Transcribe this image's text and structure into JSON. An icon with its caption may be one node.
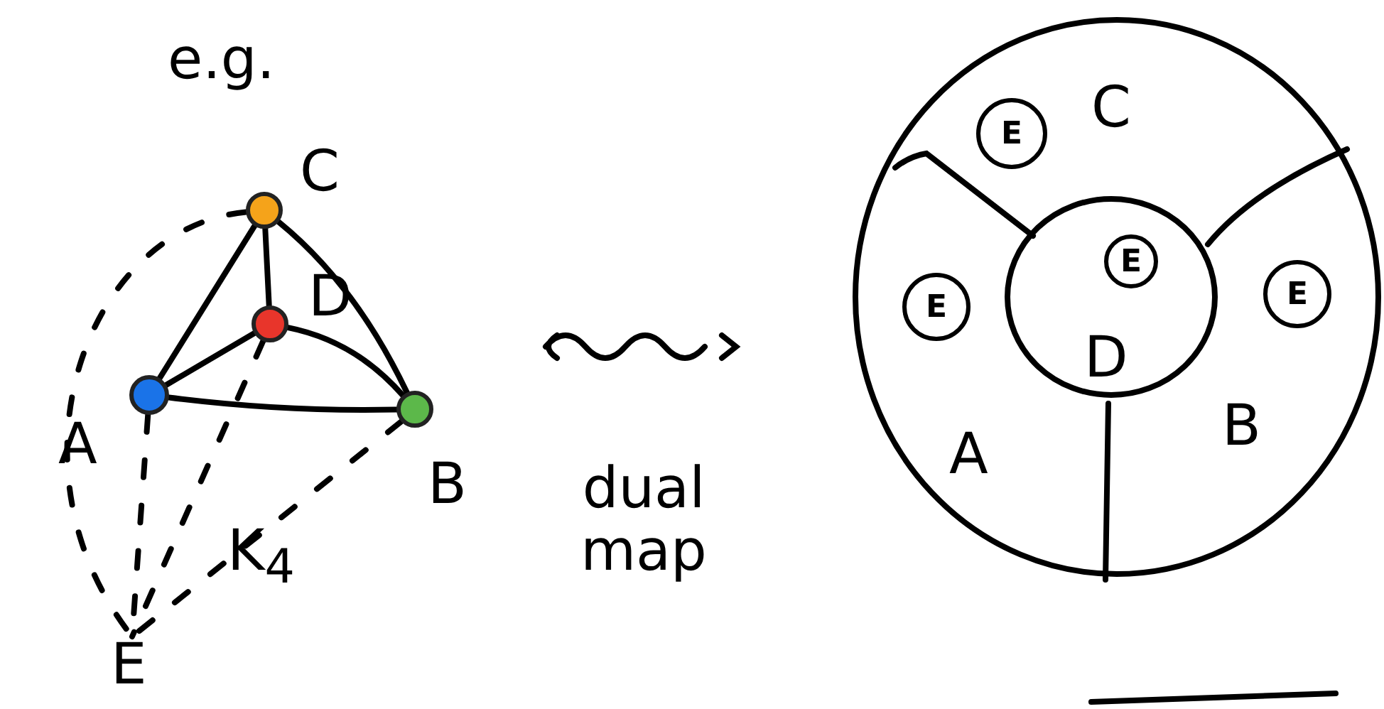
{
  "diagram": {
    "nodes": [
      {
        "text": [
          "C"
        ]
      },
      {
        "text": [
          "D"
        ]
      },
      {
        "text": [
          "A"
        ]
      },
      {
        "text": [
          "B"
        ]
      },
      {
        "text": [
          "E"
        ]
      },
      {
        "text": [],
        "shape": "circle"
      },
      {
        "text": [
          "E"
        ],
        "in": 5
      },
      {
        "text": [
          "D"
        ],
        "in": 5
      },
      {
        "text": [
          "E"
        ],
        "in": 7
      },
      {
        "text": [
          "E"
        ],
        "in": 5
      },
      {
        "text": [
          "E"
        ],
        "in": 5
      }
    ],
    "edges": [
      {
        "from": 2,
        "to": 0,
        "arrow": "none"
      },
      {
        "from": 0,
        "to": 1,
        "arrow": "none"
      },
      {
        "from": 0,
        "to": 3,
        "arrow": "none"
      },
      {
        "from": 2,
        "to": 1,
        "arrow": "none"
      },
      {
        "from": 1,
        "to": 3,
        "arrow": "none"
      },
      {
        "from": 2,
        "to": 3,
        "arrow": "none"
      },
      {
        "from": 0,
        "to": 4,
        "arrow": "none",
        "style": "dashed"
      },
      {
        "from": 2,
        "to": 4,
        "arrow": "none",
        "style": "dashed"
      },
      {
        "from": 1,
        "to": 4,
        "arrow": "none",
        "style": "dashed"
      },
      {
        "from": 3,
        "to": 4,
        "arrow": "none",
        "style": "dashed"
      }
    ],
    "labels": [
      "e.g.",
      "K$_{4}$",
      "dual map",
      "C",
      "A",
      "B"
    ]
  }
}
